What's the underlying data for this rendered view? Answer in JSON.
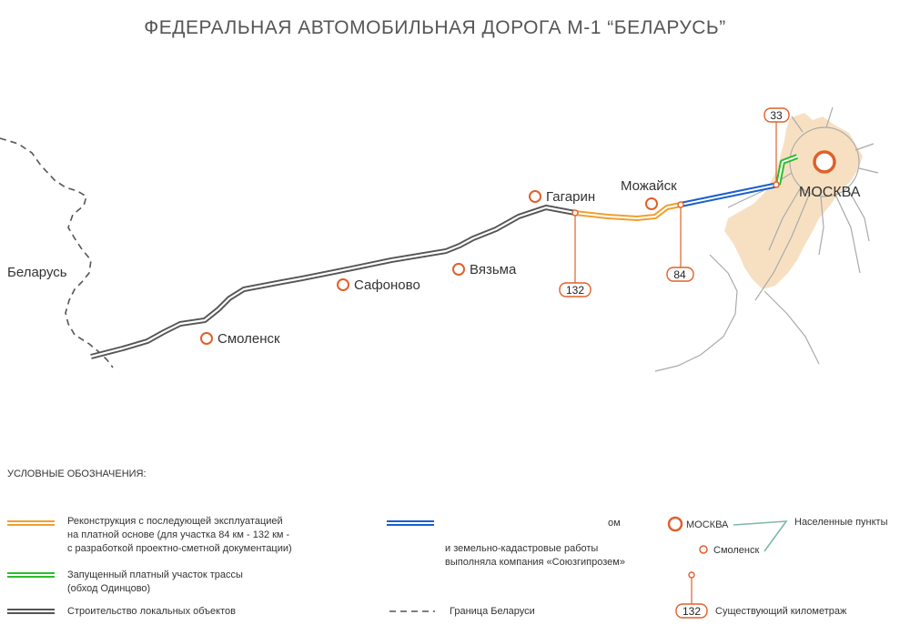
{
  "title": "ФЕДЕРАЛЬНАЯ АВТОМОБИЛЬНАЯ ДОРОГА М-1 “БЕЛАРУСЬ”",
  "country": "Беларусь",
  "capital": {
    "name": "МОСКВА"
  },
  "cities": [
    {
      "id": "smolensk",
      "name": "Смоленск"
    },
    {
      "id": "safonovo",
      "name": "Сафоново"
    },
    {
      "id": "vyazma",
      "name": "Вязьма"
    },
    {
      "id": "gagarin",
      "name": "Гагарин"
    },
    {
      "id": "mozhaisk",
      "name": "Можайск"
    }
  ],
  "km_markers": [
    {
      "id": "km33",
      "label": "33"
    },
    {
      "id": "km84",
      "label": "84"
    },
    {
      "id": "km132",
      "label": "132"
    }
  ],
  "colors": {
    "reconstruction": "#f0a030",
    "blue_route": "#1a5fd0",
    "toll_section": "#2ebd2e",
    "local_objects": "#555555",
    "city_marker": "#e0602a",
    "moscow_area": "#f7e0c2",
    "border": "#555555"
  },
  "legend": {
    "title": "УСЛОВНЫЕ ОБОЗНАЧЕНИЯ:",
    "reconstruction": {
      "line1": "Реконструкция с последующей эксплуатацией",
      "line2": "на платной основе (для участка 84 км - 132 км -",
      "line3": "с разработкой проектно-сметной документации)"
    },
    "blue": {
      "fragment1": "ом",
      "line2": "и земельно-кадастровые работы",
      "line3": "выполняла компания «Союзгипрозем»"
    },
    "toll": {
      "line1": "Запущенный платный участок трассы",
      "line2": "(обход Одинцово)"
    },
    "local": {
      "label": "Строительство локальных объектов"
    },
    "border": {
      "label": "Граница Беларуси"
    },
    "settlements": {
      "capital_sample": "МОСКВА",
      "city_sample": "Смоленск",
      "label": "Населенные пункты"
    },
    "km": {
      "sample": "132",
      "label": "Существующий километраж"
    }
  }
}
